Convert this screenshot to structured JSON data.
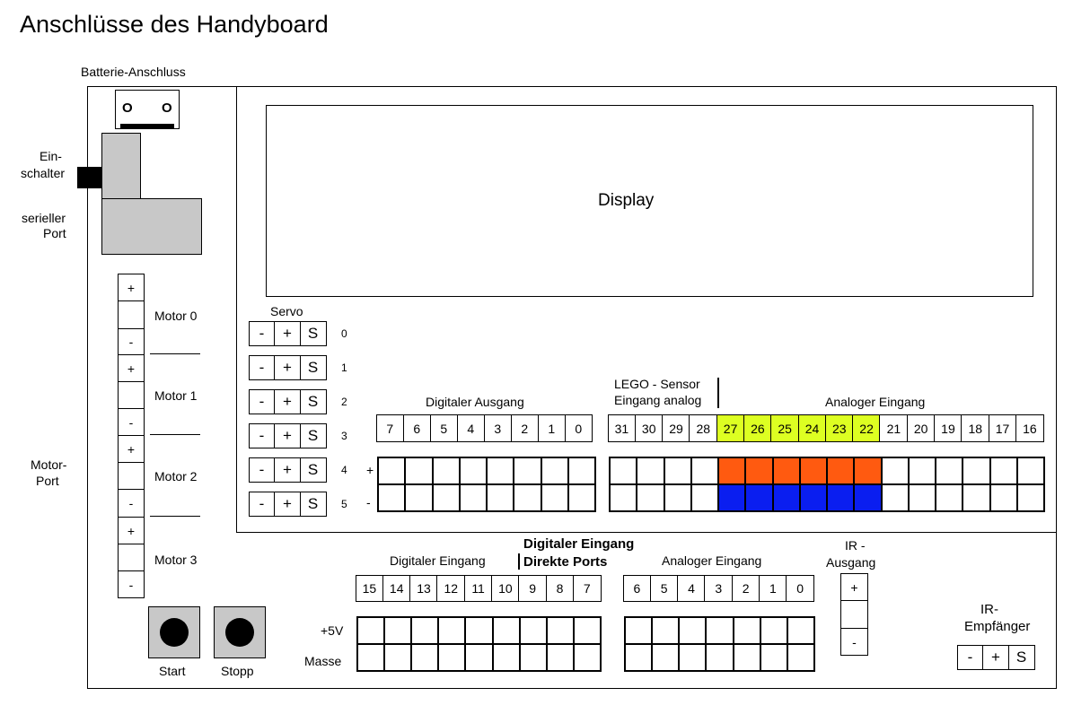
{
  "title": "Anschlüsse des Handyboard",
  "battery_label": "Batterie-Anschluss",
  "battery_pins": [
    "O",
    "O"
  ],
  "switch_label": [
    "Ein-",
    "schalter"
  ],
  "serial_label": [
    "serieller",
    "Port"
  ],
  "motor_port_label": [
    "Motor-",
    "Port"
  ],
  "motors": [
    {
      "label": "Motor 0",
      "top": "+",
      "bottom": "-"
    },
    {
      "label": "Motor 1",
      "top": "+",
      "bottom": "-"
    },
    {
      "label": "Motor 2",
      "top": "+",
      "bottom": "-"
    },
    {
      "label": "Motor 3",
      "top": "+",
      "bottom": "-"
    }
  ],
  "display_label": "Display",
  "servo": {
    "title": "Servo",
    "cells": [
      "-",
      "+",
      "S"
    ],
    "numbers": [
      "0",
      "1",
      "2",
      "3",
      "4",
      "5"
    ]
  },
  "digital_out": {
    "title": "Digitaler Ausgang",
    "ports": [
      "7",
      "6",
      "5",
      "4",
      "3",
      "2",
      "1",
      "0"
    ]
  },
  "lego_sensor": [
    "LEGO - Sensor",
    "Eingang analog"
  ],
  "analog_in_top": {
    "title": "Analoger Eingang",
    "ports": [
      "31",
      "30",
      "29",
      "28",
      "27",
      "26",
      "25",
      "24",
      "23",
      "22",
      "21",
      "20",
      "19",
      "18",
      "17",
      "16"
    ],
    "highlight_ports": [
      "27",
      "26",
      "25",
      "24",
      "23",
      "22"
    ]
  },
  "plus_minus": [
    "+",
    "-"
  ],
  "digital_in": {
    "title": "Digitaler Eingang",
    "ports": [
      "15",
      "14",
      "13",
      "12",
      "11",
      "10",
      "9",
      "8",
      "7"
    ]
  },
  "digital_direct": [
    "Digitaler Eingang",
    "Direkte Ports"
  ],
  "analog_in_bottom": {
    "title": "Analoger Eingang",
    "ports": [
      "6",
      "5",
      "4",
      "3",
      "2",
      "1",
      "0"
    ]
  },
  "power_rows": [
    "+5V",
    "Masse"
  ],
  "ir_out": {
    "title": [
      "IR -",
      "Ausgang"
    ],
    "cells": [
      "+",
      "",
      "-"
    ]
  },
  "ir_in": {
    "title": [
      "IR-",
      "Empfänger"
    ],
    "cells": [
      "-",
      "+",
      "S"
    ]
  },
  "buttons": [
    {
      "label": "Start"
    },
    {
      "label": "Stopp"
    }
  ],
  "colors": {
    "gray": "#c8c8c8",
    "yellow": "#ddff22",
    "orange": "#ff5a10",
    "blue": "#0a1ef0",
    "black": "#000000"
  }
}
